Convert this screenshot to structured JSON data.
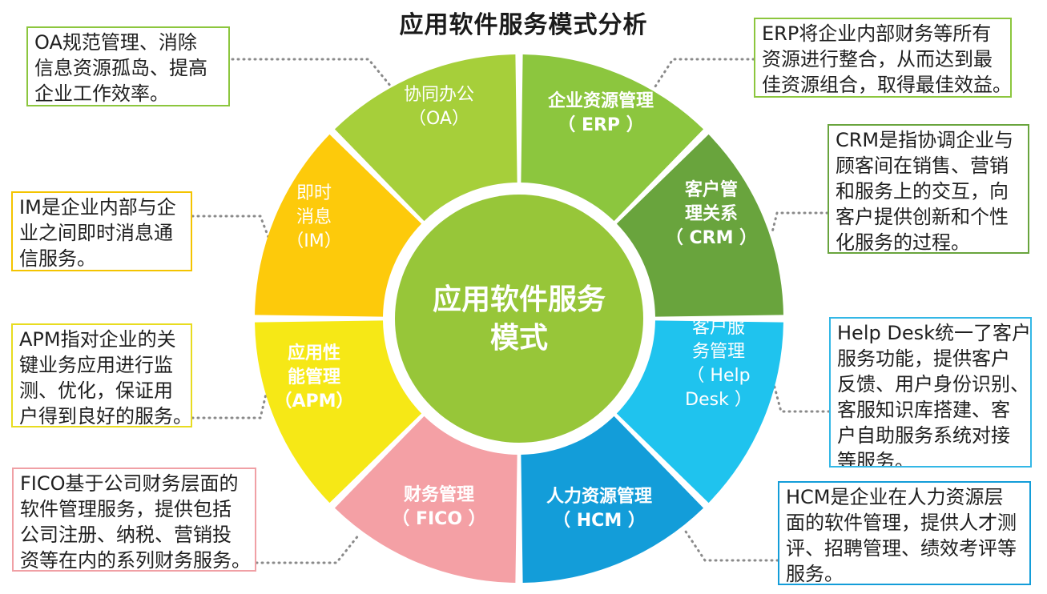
{
  "title": "应用软件服务模式分析",
  "center": {
    "lines": [
      "应用软件服务",
      "模式"
    ],
    "color": "#97c639"
  },
  "segments": [
    {
      "key": "erp",
      "lines": [
        "企业资源管理",
        "（ ERP ）"
      ],
      "color": "#8cc63e",
      "bold": true
    },
    {
      "key": "crm",
      "lines": [
        "客户管",
        "理关系",
        "（ CRM ）"
      ],
      "color": "#69a43d",
      "bold": true
    },
    {
      "key": "help",
      "lines": [
        "客户服",
        "务管理",
        "（ Help",
        "Desk ）"
      ],
      "color": "#1fc3ee",
      "bold": false
    },
    {
      "key": "hcm",
      "lines": [
        "人力资源管理",
        "（ HCM ）"
      ],
      "color": "#139dd9",
      "bold": true
    },
    {
      "key": "fico",
      "lines": [
        "财务管理",
        "（ FICO ）"
      ],
      "color": "#f4a0a5",
      "bold": true
    },
    {
      "key": "apm",
      "lines": [
        "应用性",
        "能管理",
        "（APM）"
      ],
      "color": "#f6e816",
      "bold": true
    },
    {
      "key": "im",
      "lines": [
        "即时",
        "消息",
        "（IM）"
      ],
      "color": "#fdca0b",
      "bold": false
    },
    {
      "key": "oa",
      "lines": [
        "协同办公",
        "（OA）"
      ],
      "color": "#a6cf3a",
      "bold": false
    }
  ],
  "descriptions": {
    "oa": {
      "lines": [
        "OA规范管理、消除",
        "信息资源孤岛、提高",
        "企业工作效率。"
      ],
      "border": "#8cc63e"
    },
    "erp": {
      "lines": [
        "ERP将企业内部财务等所有",
        "资源进行整合，从而达到最",
        "佳资源组合，取得最佳效益。"
      ],
      "border": "#8cc63e"
    },
    "crm": {
      "lines": [
        "CRM是指协调企业与",
        "顾客间在销售、营销",
        "和服务上的交互，向",
        "客户提供创新和个性",
        "化服务的过程。"
      ],
      "border": "#69a43d"
    },
    "im": {
      "lines": [
        "IM是企业内部与企",
        "业之间即时消息通",
        "信服务。"
      ],
      "border": "#f4c400"
    },
    "apm": {
      "lines": [
        "APM指对企业的关",
        "键业务应用进行监",
        "测、优化，保证用",
        "户得到良好的服务。"
      ],
      "border": "#e8dc20"
    },
    "help": {
      "lines": [
        "Help Desk统一了客户",
        "服务功能，提供客户",
        "反馈、用户身份识别、",
        "客服知识库搭建、客",
        "户自助服务系统对接",
        "等服务。"
      ],
      "border": "#33b7e6"
    },
    "fico": {
      "lines": [
        "FICO基于公司财务层面的",
        "软件管理服务，提供包括",
        "公司注册、纳税、营销投",
        "资等在内的系列财务服务。"
      ],
      "border": "#f0a0a5"
    },
    "hcm": {
      "lines": [
        "HCM是企业在人力资源层",
        "面的软件管理，提供人才测",
        "评、招聘管理、绩效考评等",
        "服务。"
      ],
      "border": "#139dd9"
    }
  }
}
